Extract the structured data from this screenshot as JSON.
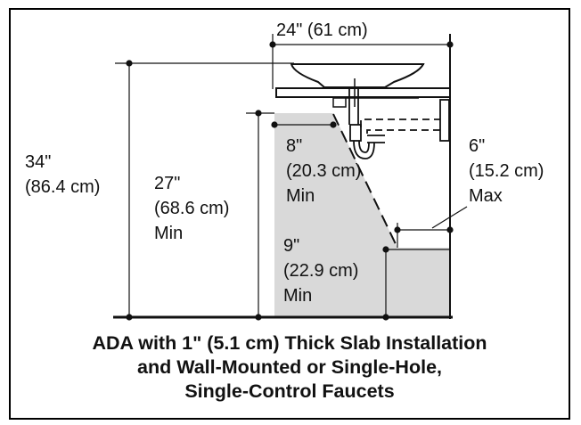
{
  "title": {
    "line1": "ADA with 1\" (5.1 cm) Thick Slab Installation",
    "line2": "and Wall-Mounted or Single-Hole,",
    "line3": "Single-Control Faucets"
  },
  "dimensions": {
    "sink_width": "24\" (61 cm)",
    "overall_height": {
      "imperial": "34\"",
      "metric": "(86.4 cm)"
    },
    "knee_clearance": {
      "imperial": "27\"",
      "metric": "(68.6 cm)",
      "qualifier": "Min"
    },
    "knee_depth": {
      "imperial": "8\"",
      "metric": "(20.3 cm)",
      "qualifier": "Min"
    },
    "toe_clearance": {
      "imperial": "9\"",
      "metric": "(22.9 cm)",
      "qualifier": "Min"
    },
    "toe_depth": {
      "imperial": "6\"",
      "metric": "(15.2 cm)",
      "qualifier": "Max"
    }
  },
  "colors": {
    "clearance_fill": "#d9d9d9",
    "line": "#111111",
    "frame": "#000000"
  }
}
